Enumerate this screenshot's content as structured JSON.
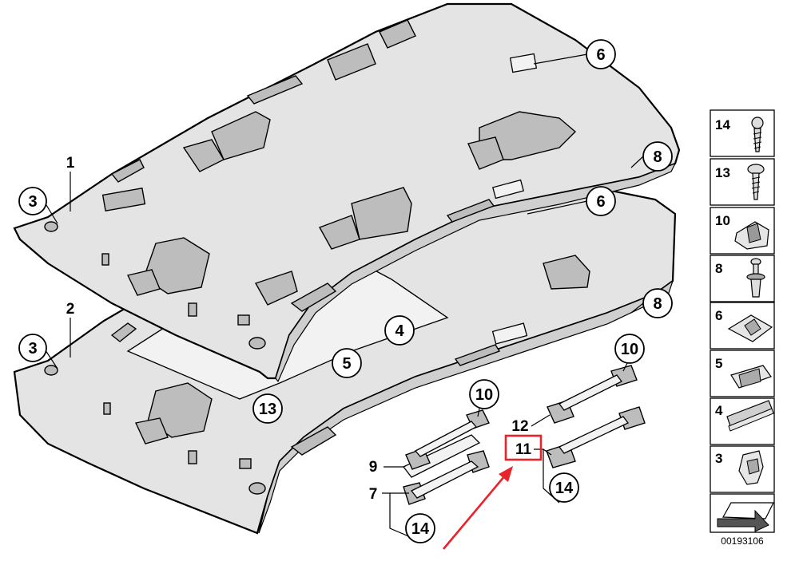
{
  "diagram": {
    "callouts": [
      {
        "id": "c3a",
        "label": "3"
      },
      {
        "id": "c3b",
        "label": "3"
      },
      {
        "id": "c4",
        "label": "4"
      },
      {
        "id": "c5",
        "label": "5"
      },
      {
        "id": "c6a",
        "label": "6"
      },
      {
        "id": "c6b",
        "label": "6"
      },
      {
        "id": "c8a",
        "label": "8"
      },
      {
        "id": "c8b",
        "label": "8"
      },
      {
        "id": "c10a",
        "label": "10"
      },
      {
        "id": "c10b",
        "label": "10"
      },
      {
        "id": "c13",
        "label": "13"
      },
      {
        "id": "c14a",
        "label": "14"
      },
      {
        "id": "c14b",
        "label": "14"
      }
    ],
    "plain_labels": [
      {
        "id": "p1",
        "label": "1"
      },
      {
        "id": "p2",
        "label": "2"
      },
      {
        "id": "p7",
        "label": "7"
      },
      {
        "id": "p9",
        "label": "9"
      },
      {
        "id": "p12",
        "label": "12"
      },
      {
        "id": "p11",
        "label": "11"
      }
    ],
    "highlight": {
      "color": "#e8232a",
      "target": "11"
    },
    "legend": [
      {
        "label": "14",
        "part": "screw"
      },
      {
        "label": "13",
        "part": "screw-flat"
      },
      {
        "label": "10",
        "part": "clip"
      },
      {
        "label": "8",
        "part": "push-pin"
      },
      {
        "label": "6",
        "part": "bracket"
      },
      {
        "label": "5",
        "part": "clamp"
      },
      {
        "label": "4",
        "part": "strip"
      },
      {
        "label": "3",
        "part": "spring-clip"
      },
      {
        "label": "",
        "part": "arrow"
      }
    ],
    "reference_number": "00193106"
  }
}
